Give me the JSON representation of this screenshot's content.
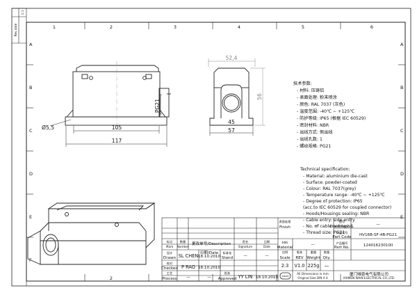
{
  "grid": {
    "columns": [
      "1",
      "2",
      "3",
      "4",
      "5",
      "6"
    ],
    "rows": [
      "A",
      "B",
      "C",
      "D",
      "E",
      "F"
    ]
  },
  "revision_strip": {
    "label1": "1:1",
    "label2": "Rev date"
  },
  "dimensions": {
    "hole": "Ø5,5",
    "width_inner": "105",
    "width_outer": "117",
    "thread": "PG21",
    "side_top": "52,4",
    "side_45": "45",
    "side_57": "57",
    "side_height": "56"
  },
  "spec_cn": {
    "title": "技术参数:",
    "lines": [
      "- 材料: 压铸铝",
      "- 表面处理: 粉末喷涂",
      "- 颜色: RAL 7037 (灰色)",
      "- 温度范围: -40℃ ~ +125℃",
      "- 防护等级: IP65 (根据 IEC 60529)",
      "- 密封材料: NBR",
      "- 出线方式: 侧出线",
      "- 出线孔数: 1",
      "- 螺纹规格: PG21"
    ]
  },
  "spec_en": {
    "title": "Technical specification:",
    "lines": [
      "- Material: aluminium die-cast",
      "- Surface: powder-coated",
      "- Colour: RAL 7037(grey)",
      "- Temperature range: -40℃ ~ +125℃",
      "- Degree of protection: IP65",
      "  (acc.to IEC 60529 for coupled connector)",
      "- Hoods/Housings sealing: NBR",
      "- Cable entry: side entry",
      "- No. of cable entries: 1",
      "- Thread size: PG21"
    ]
  },
  "title_block": {
    "mark_cn": "标记",
    "qty_cn": "数量",
    "mark_en": "Mark",
    "number_en": "Number",
    "change_cn": "更改单号/Description",
    "sign_cn": "签名",
    "sign_en": "Signature",
    "date_cn": "日期",
    "date_en": "Date",
    "design_cn": "设计",
    "design_en": "Drawn",
    "design_name": "SL CHEN",
    "design_date": "18.10.2010",
    "date_label": "日期/Date",
    "std_cn": "标准化",
    "std_en": "Stand",
    "check_cn": "校对",
    "check_en": "Checked",
    "check_name": "P RAO",
    "check_date": "18.10.2010",
    "process_cn": "工艺",
    "process_en": "Process",
    "approve_cn": "批准",
    "approve_en": "Approved",
    "approve_name": "YY LIN",
    "approve_date": "18.10.2010",
    "material_cn": "材料",
    "material_en": "Material",
    "material_value": "—",
    "finish_cn": "表面处理",
    "finish_en": "Finish",
    "finish_value": "—",
    "scale_cn": "比例",
    "scale_en": "Scale",
    "scale_value": "2:3",
    "rev_cn": "版本",
    "rev_en": "REV",
    "rev_value": "V1.0",
    "weight_cn": "重量",
    "weight_en": "Weight",
    "weight_value": "225g",
    "qty2_cn": "数量",
    "qty2_en": "Qty.",
    "qty2_value": "—",
    "drawing_no_cn": "图号",
    "drawing_no_en": "Drawing No.",
    "drawing_no_value": "—",
    "part_code_cn": "产品代号",
    "part_code_en": "Part Code",
    "part_code_value": "HV16B-SF-4B-PG21",
    "part_no_cn": "产品编号",
    "part_no_en": "Part No.",
    "part_no_value": "12401623010II",
    "logo_text": "XINWEI",
    "dims_note1": "All Dimensions in mm",
    "dims_note2": "Original Size DIN A 4",
    "company_cn": "厦门唯恩电气有限公司",
    "company_en": "XIAMEN WAIN ELECTRICAL CO.,LTD.",
    "dash": "—"
  }
}
